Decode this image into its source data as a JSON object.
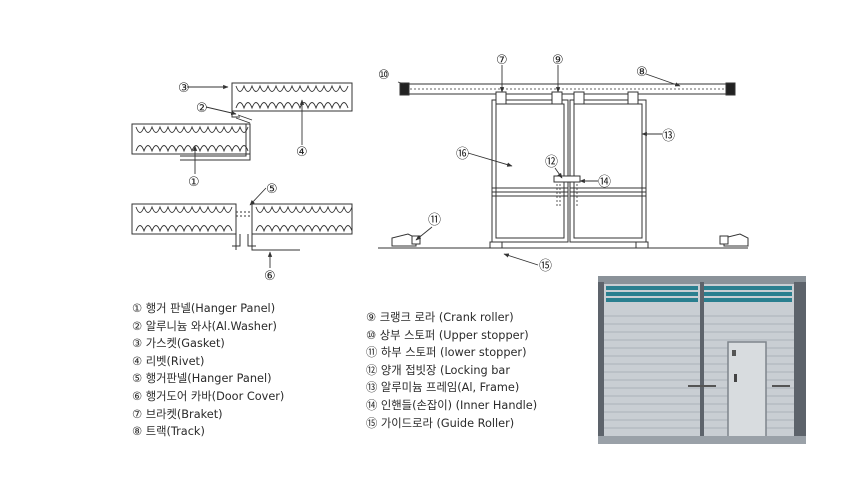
{
  "callouts": [
    "①",
    "②",
    "③",
    "④",
    "⑤",
    "⑥",
    "⑦",
    "⑧",
    "⑨",
    "⑩",
    "⑪",
    "⑫",
    "⑬",
    "⑭",
    "⑮"
  ],
  "legend_left": [
    "① 행거 판넬(Hanger Panel)",
    "② 알루니늄 와샤(Al.Washer)",
    "③ 가스켓(Gasket)",
    "④ 리벳(Rivet)",
    "⑤ 행거판넬(Hanger Panel)",
    "⑥ 행거도어 카바(Door Cover)",
    "⑦ 브라켓(Braket)",
    "⑧ 트랙(Track)"
  ],
  "legend_right": [
    "⑨ 크랭크 로라 (Crank roller)",
    "⑩ 상부 스토퍼 (Upper stopper)",
    "⑪ 하부 스토퍼 (lower stopper)",
    "⑫ 양개 접빗장 (Locking bar",
    "⑬ 알루미늄 프레임(Al, Frame)",
    "⑭ 인핸들(손잡이) (Inner Handle)",
    "⑮ 가이드로라 (Guide Roller)"
  ],
  "colors": {
    "line": "#333333",
    "photo_teal": "#2a7f8f",
    "photo_panel": "#c9ced3",
    "photo_frame": "#5d636b"
  }
}
